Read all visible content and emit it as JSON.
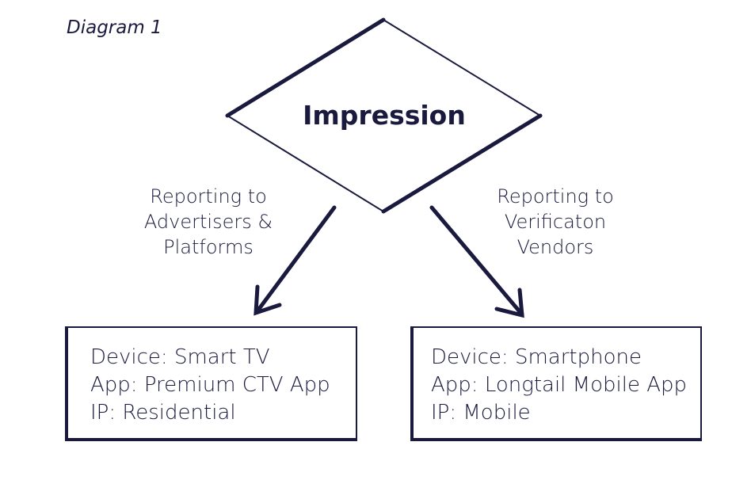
{
  "caption": "Diagram 1",
  "colors": {
    "ink": "#1a1a3e",
    "background": "#ffffff"
  },
  "decision_node": {
    "label": "Impression",
    "shape": "diamond"
  },
  "branches": [
    {
      "label_lines": [
        "Reporting to",
        "Advertisers &",
        "Platforms"
      ],
      "arrow_direction": "down-left",
      "target": {
        "lines": [
          "Device: Smart TV",
          "App: Premium CTV App",
          "IP: Residential"
        ]
      }
    },
    {
      "label_lines": [
        "Reporting to",
        "Verificaton",
        "Vendors"
      ],
      "arrow_direction": "down-right",
      "target": {
        "lines": [
          "Device: Smartphone",
          "App: Longtail Mobile App",
          "IP: Mobile"
        ]
      }
    }
  ]
}
